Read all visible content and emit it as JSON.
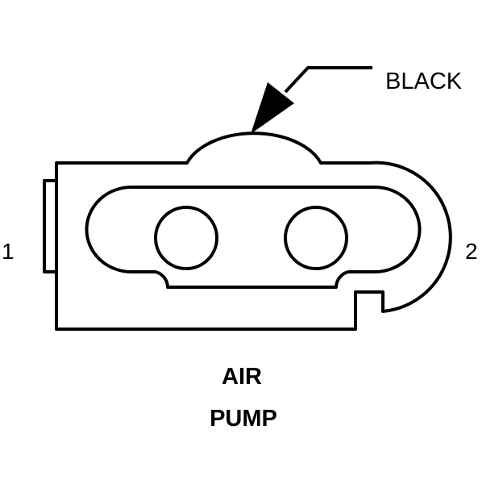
{
  "callout": {
    "label": "BLACK"
  },
  "pins": {
    "left": "1",
    "right": "2"
  },
  "title": {
    "line1": "AIR",
    "line2": "PUMP"
  },
  "colors": {
    "stroke": "#000000",
    "background": "#ffffff"
  }
}
